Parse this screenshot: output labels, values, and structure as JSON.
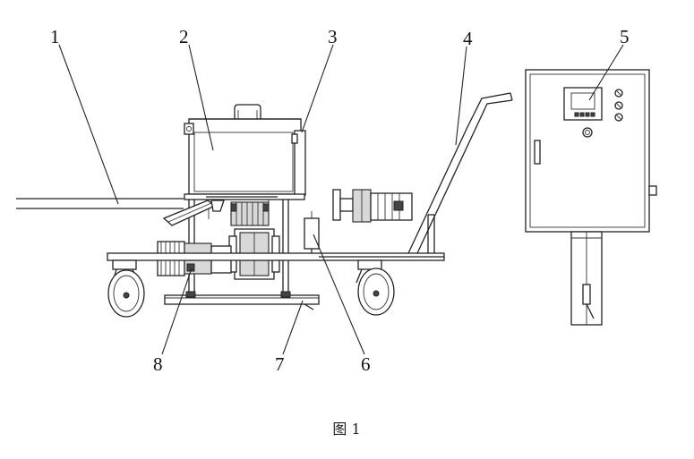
{
  "callouts": {
    "c1": "1",
    "c2": "2",
    "c3": "3",
    "c4": "4",
    "c5": "5",
    "c6": "6",
    "c7": "7",
    "c8": "8"
  },
  "caption": "图 1"
}
